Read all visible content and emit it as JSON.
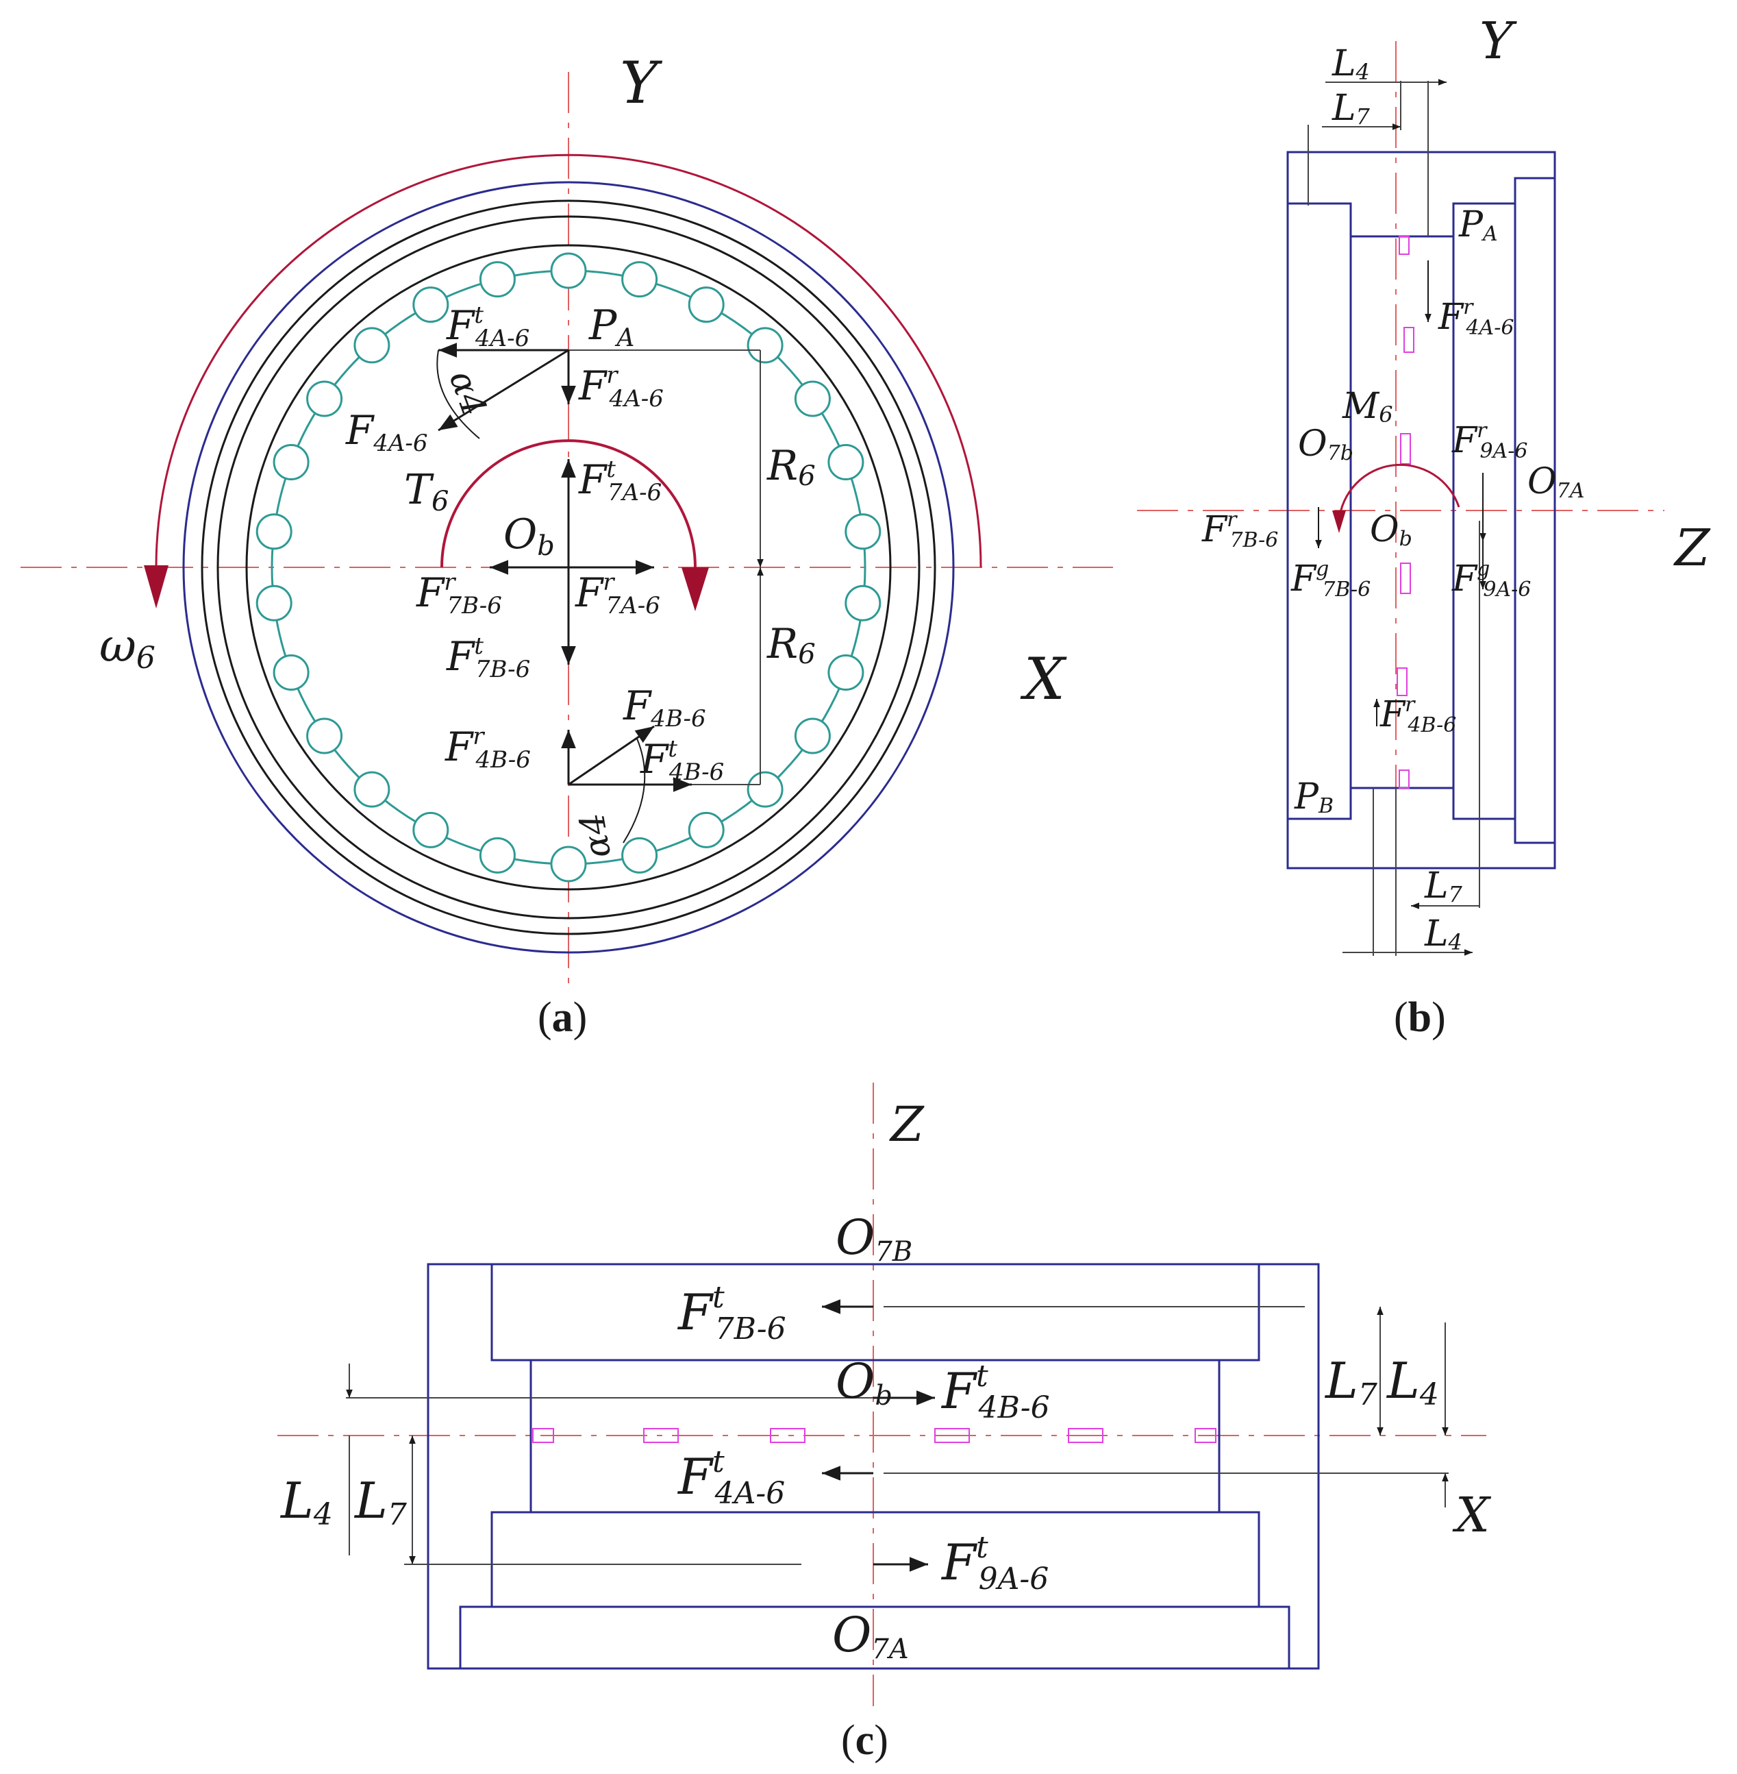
{
  "panel_a": {
    "caption_letter": "a",
    "axis_y": "Y",
    "axis_x": "X",
    "omega": {
      "sym": "ω",
      "sub": "6"
    },
    "torque": {
      "sym": "T",
      "sub": "6"
    },
    "center": {
      "sym": "O",
      "sub": "b"
    },
    "point_a": {
      "sym": "P",
      "sub": "A"
    },
    "r_upper": {
      "sym": "R",
      "sub": "6"
    },
    "r_lower": {
      "sym": "R",
      "sub": "6"
    },
    "alpha_a": "α4",
    "alpha_b": "α4",
    "f_t4a": {
      "sym": "F",
      "sup": "t",
      "sub": "4A-6"
    },
    "f_r4a": {
      "sym": "F",
      "sup": "r",
      "sub": "4A-6"
    },
    "f_4a": {
      "sym": "F",
      "sub": "4A-6"
    },
    "f_t7a": {
      "sym": "F",
      "sup": "t",
      "sub": "7A-6"
    },
    "f_r7b": {
      "sym": "F",
      "sup": "r",
      "sub": "7B-6"
    },
    "f_r7a": {
      "sym": "F",
      "sup": "r",
      "sub": "7A-6"
    },
    "f_t7b": {
      "sym": "F",
      "sup": "t",
      "sub": "7B-6"
    },
    "f_4b": {
      "sym": "F",
      "sub": "4B-6"
    },
    "f_r4b": {
      "sym": "F",
      "sup": "r",
      "sub": "4B-6"
    },
    "f_t4b": {
      "sym": "F",
      "sup": "t",
      "sub": "4B-6"
    }
  },
  "panel_b": {
    "caption_letter": "b",
    "axis_y": "Y",
    "axis_z": "Z",
    "l4_top": {
      "sym": "L",
      "sub": "4"
    },
    "l7_top": {
      "sym": "L",
      "sub": "7"
    },
    "l7_bottom": {
      "sym": "L",
      "sub": "7"
    },
    "l4_bottom": {
      "sym": "L",
      "sub": "4"
    },
    "point_a": {
      "sym": "P",
      "sub": "A"
    },
    "point_b": {
      "sym": "P",
      "sub": "B"
    },
    "moment": {
      "sym": "M",
      "sub": "6"
    },
    "o7b": {
      "sym": "O",
      "sub": "7b"
    },
    "o7a": {
      "sym": "O",
      "sub": "7A"
    },
    "center": {
      "sym": "O",
      "sub": "b"
    },
    "f_r4a": {
      "sym": "F",
      "sup": "r",
      "sub": "4A-6"
    },
    "f_r9a": {
      "sym": "F",
      "sup": "r",
      "sub": "9A-6"
    },
    "f_r7b": {
      "sym": "F",
      "sup": "r",
      "sub": "7B-6"
    },
    "f_g7b": {
      "sym": "F",
      "sup": "g",
      "sub": "7B-6"
    },
    "f_g9a": {
      "sym": "F",
      "sup": "g",
      "sub": "9A-6"
    },
    "f_r4b": {
      "sym": "F",
      "sup": "r",
      "sub": "4B-6"
    }
  },
  "panel_c": {
    "caption_letter": "c",
    "axis_z": "Z",
    "axis_x": "X",
    "o7b": {
      "sym": "O",
      "sub": "7B"
    },
    "ob": {
      "sym": "O",
      "sub": "b"
    },
    "o7a": {
      "sym": "O",
      "sub": "7A"
    },
    "f_t7b": {
      "sym": "F",
      "sup": "t",
      "sub": "7B-6"
    },
    "f_t4b": {
      "sym": "F",
      "sup": "t",
      "sub": "4B-6"
    },
    "f_t4a": {
      "sym": "F",
      "sup": "t",
      "sub": "4A-6"
    },
    "f_t9a": {
      "sym": "F",
      "sup": "t",
      "sub": "9A-6"
    },
    "l7_right": {
      "sym": "L",
      "sub": "7"
    },
    "l4_right": {
      "sym": "L",
      "sub": "4"
    },
    "l4_left": {
      "sym": "L",
      "sub": "4"
    },
    "l7_left": {
      "sym": "L",
      "sub": "7"
    }
  },
  "colors": {
    "outline": "#2b2b8f",
    "ring": "#1a1a1a",
    "balls": "#2e9a94",
    "centerline": "#e06060",
    "marker": "#e040e0",
    "rotation": "#b0163a"
  }
}
